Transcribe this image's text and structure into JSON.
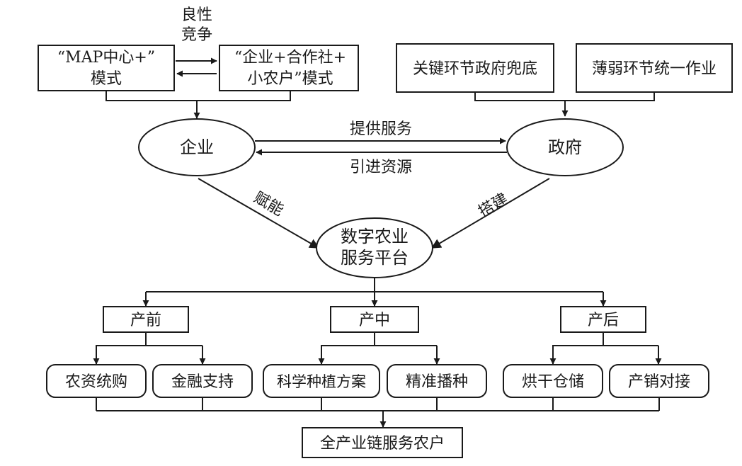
{
  "nodes": {
    "map_model": {
      "line1": "“MAP中心+”",
      "line2": "模式"
    },
    "coop_model": {
      "line1": "“企业+合作社+",
      "line2": "小农户”模式"
    },
    "competition": {
      "line1": "良性",
      "line2": "竞争"
    },
    "gov_backstop": "关键环节政府兜底",
    "weak_unified": "薄弱环节统一作业",
    "enterprise": "企业",
    "government": "政府",
    "provide_service": "提供服务",
    "introduce_resources": "引进资源",
    "empower": "赋能",
    "build": "搭建",
    "platform": {
      "line1": "数字农业",
      "line2": "服务平台"
    },
    "stages": {
      "pre": "产前",
      "mid": "产中",
      "post": "产后"
    },
    "services": {
      "agri_inputs": "农资统购",
      "finance": "金融支持",
      "planting_plan": "科学种植方案",
      "precision_sowing": "精准播种",
      "drying_storage": "烘干仓储",
      "sales_matching": "产销对接"
    },
    "full_chain": "全产业链服务农户"
  }
}
